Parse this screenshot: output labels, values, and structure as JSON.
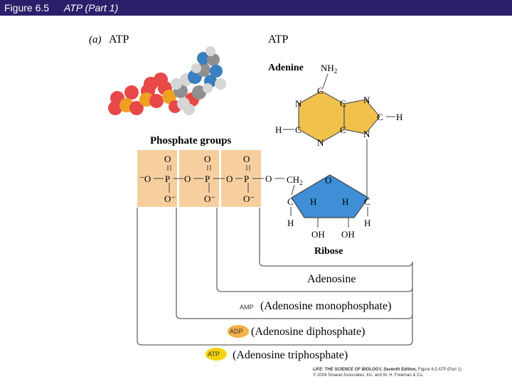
{
  "header": {
    "figure_number": "Figure 6.5",
    "figure_title": "ATP (Part 1)"
  },
  "panel": {
    "label": "(a)",
    "left_title": "ATP",
    "right_title": "ATP"
  },
  "adenine": {
    "label": "Adenine",
    "amine": "NH",
    "amine_sub": "2",
    "atoms": {
      "n": "N",
      "c": "C",
      "h": "H"
    }
  },
  "ribose": {
    "label": "Ribose",
    "ring_o": "O",
    "ch2": "CH",
    "ch2_sub": "2",
    "oh": "OH",
    "atoms": {
      "c": "C",
      "h": "H"
    }
  },
  "phosphate": {
    "label": "Phosphate groups",
    "o": "O",
    "p": "P",
    "o_minus": "O⁻",
    "neg_o": "⁻O"
  },
  "brackets": {
    "adenosine": "Adenosine",
    "amp_badge": "AMP",
    "amp": "(Adenosine monophosphate)",
    "adp_badge": "ADP",
    "adp": "(Adenosine diphosphate)",
    "atp_badge": "ATP",
    "atp": "(Adenosine triphosphate)"
  },
  "colors": {
    "title_bar": "#2b1f6b",
    "phosphate_box": "#f7cf9f",
    "adenine_fill": "#f0c14b",
    "ribose_fill": "#3f8fd6",
    "adp_badge": "#f5b04a",
    "atp_badge": "#f5d20f",
    "bracket_line": "#666666"
  },
  "credit": {
    "line1_title": "LIFE: THE SCIENCE OF BIOLOGY, Seventh Edition,",
    "line1_rest": "Figure 6.5 ATP (Part 1)",
    "line2": "© 2004 Sinauer Associates, Inc. and W. H. Freeman & Co."
  }
}
